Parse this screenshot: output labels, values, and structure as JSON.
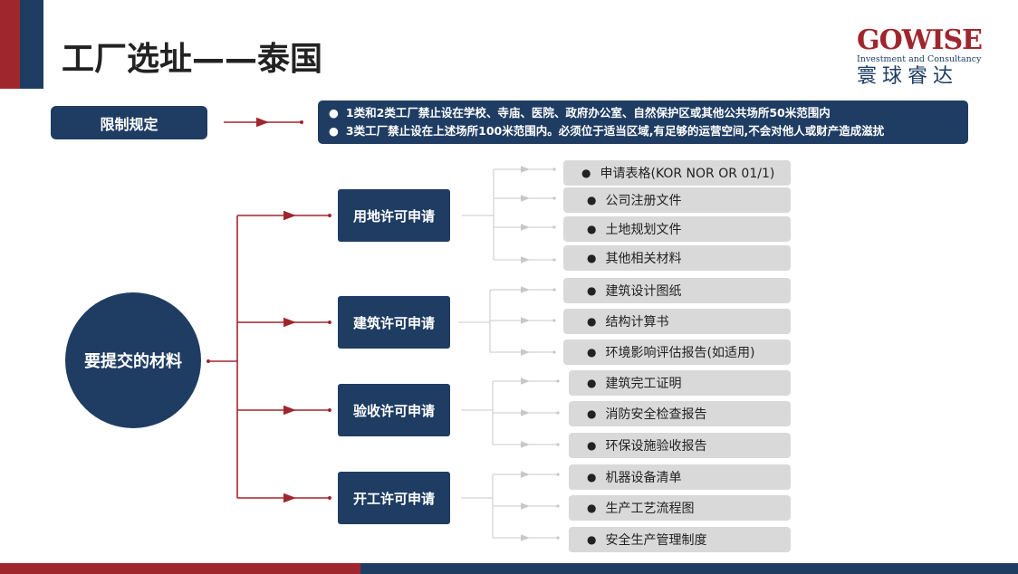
{
  "page": {
    "title": "工厂选址——泰国"
  },
  "logo": {
    "main": "GOWISE",
    "sub": "Investment and Consultancy",
    "chinese": "寰球睿达"
  },
  "restriction": {
    "label": "限制规定",
    "lines": [
      "1类和2类工厂禁止设在学校、寺庙、医院、政府办公室、自然保护区或其他公共场所50米范围内",
      "3类工厂禁止设在上述场所100米范围内。必须位于适当区域,有足够的运营空间,不会对他人或财产造成滋扰"
    ]
  },
  "center": {
    "label": "要提交的材料"
  },
  "categories": [
    {
      "label": "用地许可申请",
      "items": [
        "申请表格(KOR NOR OR 01/1)",
        "公司注册文件",
        "土地规划文件",
        "其他相关材料"
      ]
    },
    {
      "label": "建筑许可申请",
      "items": [
        "建筑设计图纸",
        "结构计算书",
        "环境影响评估报告(如适用)"
      ]
    },
    {
      "label": "验收许可申请",
      "items": [
        "建筑完工证明",
        "消防安全检查报告",
        "环保设施验收报告"
      ]
    },
    {
      "label": "开工许可申请",
      "items": [
        "机器设备清单",
        "生产工艺流程图",
        "安全生产管理制度"
      ]
    }
  ],
  "colors": {
    "navy": "#1f3d63",
    "red": "#a0262e",
    "item_bg": "#d9d9d9",
    "connector_grey": "#c8c8c8"
  }
}
